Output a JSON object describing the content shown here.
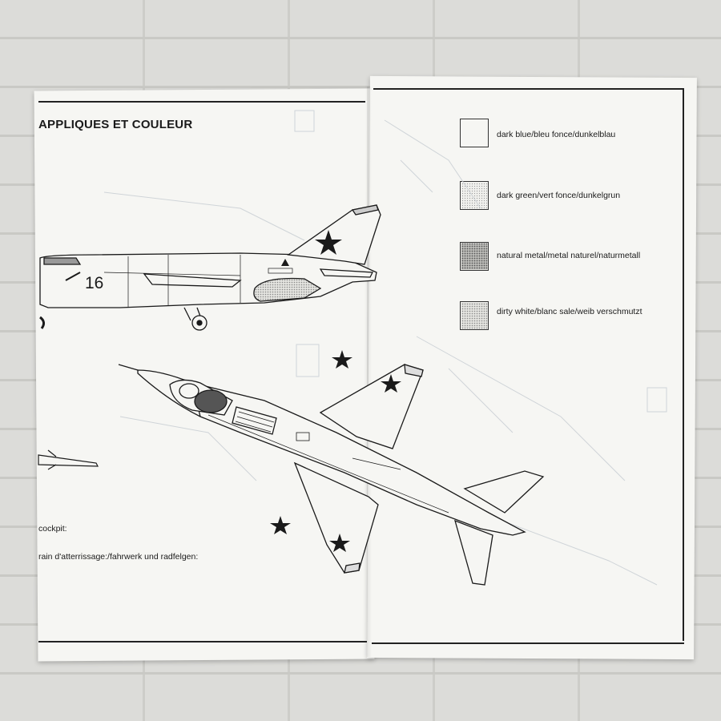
{
  "document": {
    "heading": "APPLIQUES ET COULEUR",
    "aircraft_number": "16",
    "colors": [
      {
        "label": "dark blue/bleu fonce/dunkelblau",
        "fill": "#f8f8f6",
        "pattern": "none"
      },
      {
        "label": "dark green/vert fonce/dunkelgrun",
        "fill": "#e2e2df",
        "pattern": "dots-light"
      },
      {
        "label": "natural metal/metal naturel/naturmetall",
        "fill": "#a4a4a1",
        "pattern": "dots-dark"
      },
      {
        "label": "dirty white/blanc sale/weib verschmutzt",
        "fill": "#d0d0cc",
        "pattern": "dots-medium"
      }
    ],
    "notes": [
      {
        "label": "cockpit:"
      },
      {
        "label": "rain d'atterrissage:/fahrwerk und radfelgen:"
      }
    ]
  },
  "icons": [
    "red-star-insignia-icon",
    "triangle-marker-icon"
  ],
  "colors_meta": {
    "ink": "#1a1a1a",
    "paper": "#f6f6f3",
    "wall": "#dcdcd9"
  }
}
